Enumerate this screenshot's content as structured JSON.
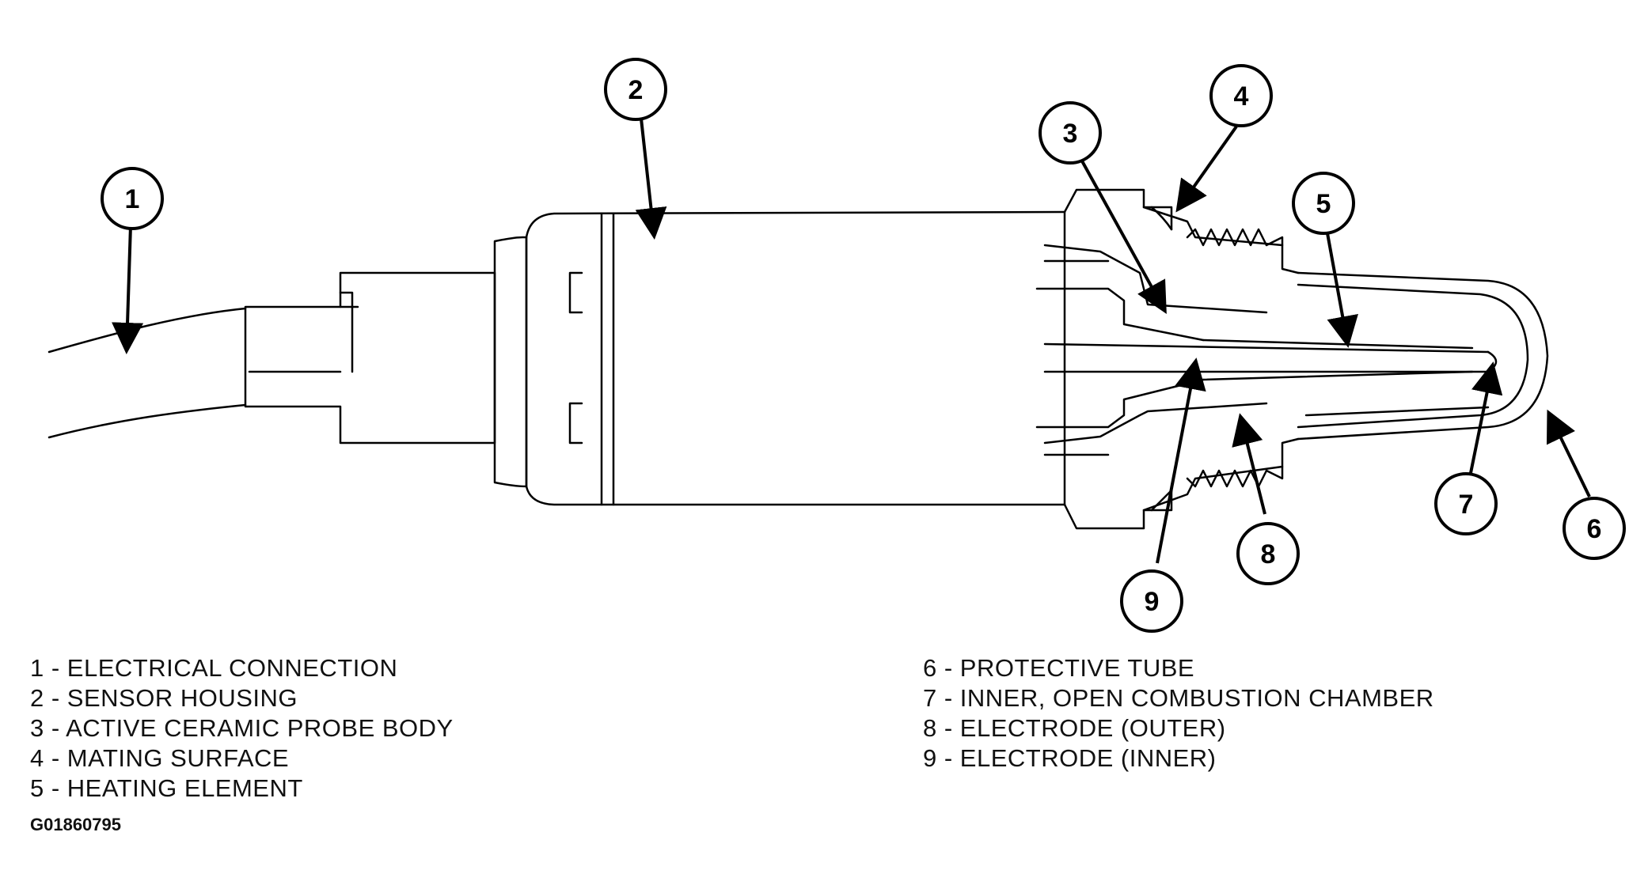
{
  "callouts": [
    {
      "number": "1"
    },
    {
      "number": "2"
    },
    {
      "number": "3"
    },
    {
      "number": "4"
    },
    {
      "number": "5"
    },
    {
      "number": "6"
    },
    {
      "number": "7"
    },
    {
      "number": "8"
    },
    {
      "number": "9"
    }
  ],
  "legend_left": [
    "1 - ELECTRICAL CONNECTION",
    "2 - SENSOR HOUSING",
    "3 - ACTIVE CERAMIC PROBE BODY",
    "4 - MATING SURFACE",
    "5 - HEATING ELEMENT"
  ],
  "legend_right": [
    "6 - PROTECTIVE TUBE",
    "7 - INNER, OPEN COMBUSTION CHAMBER",
    "8 - ELECTRODE (OUTER)",
    "9 - ELECTRODE (INNER)"
  ],
  "figure_id": "G01860795"
}
